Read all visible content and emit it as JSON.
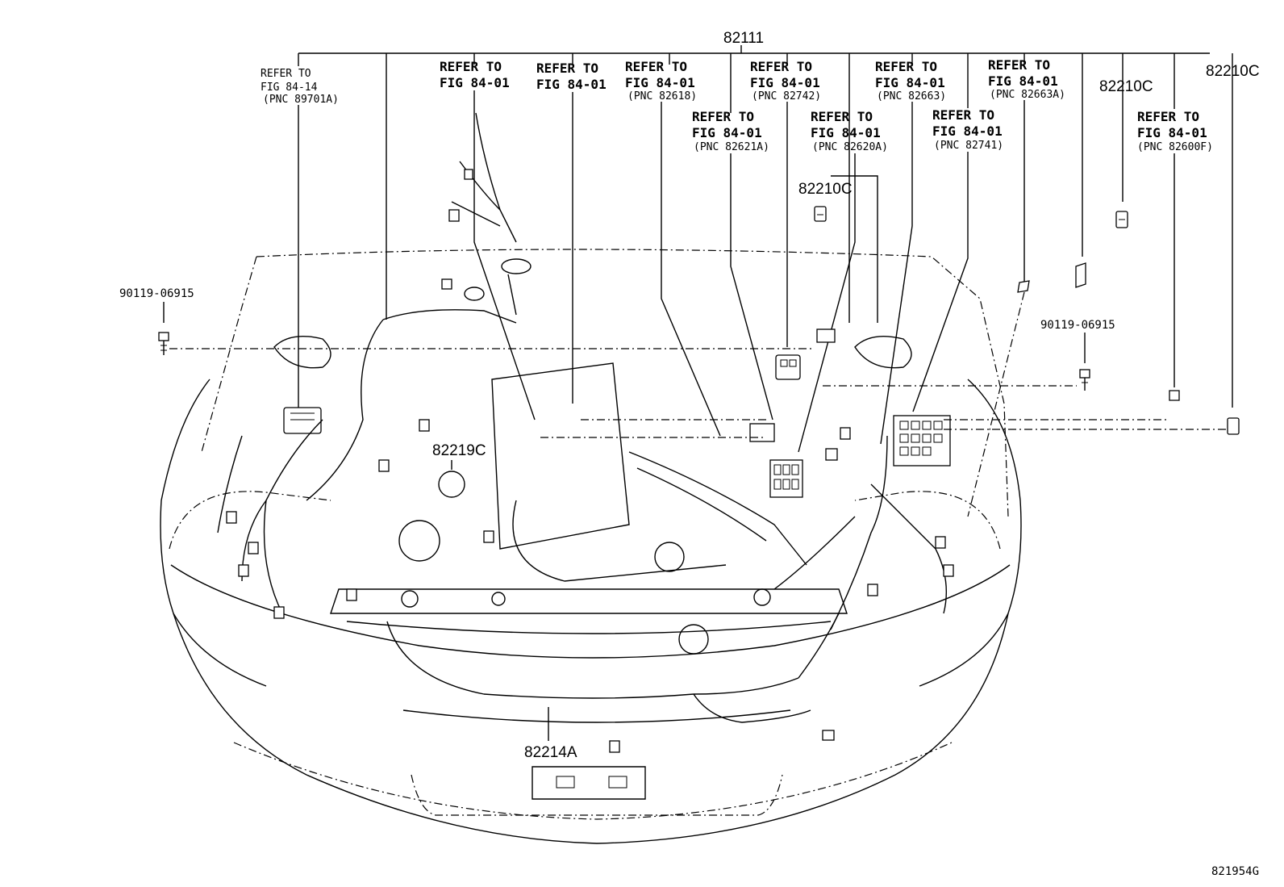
{
  "diagram": {
    "top_part_number": "82111",
    "refs": [
      {
        "id": "r1",
        "line1": "REFER TO",
        "line2": "FIG 84-14",
        "line3": "(PNC 89701A)"
      },
      {
        "id": "r2",
        "line1": "REFER TO",
        "line2": "FIG 84-01",
        "line3": ""
      },
      {
        "id": "r3",
        "line1": "REFER TO",
        "line2": "FIG 84-01",
        "line3": ""
      },
      {
        "id": "r4",
        "line1": "REFER TO",
        "line2": "FIG 84-01",
        "line3": "(PNC 82618)"
      },
      {
        "id": "r5",
        "line1": "REFER TO",
        "line2": "FIG 84-01",
        "line3": "(PNC 82742)"
      },
      {
        "id": "r6",
        "line1": "REFER TO",
        "line2": "FIG 84-01",
        "line3": "(PNC 82663)"
      },
      {
        "id": "r7",
        "line1": "REFER TO",
        "line2": "FIG 84-01",
        "line3": "(PNC 82663A)"
      },
      {
        "id": "r8",
        "line1": "REFER TO",
        "line2": "FIG 84-01",
        "line3": "(PNC 82621A)"
      },
      {
        "id": "r9",
        "line1": "REFER TO",
        "line2": "FIG 84-01",
        "line3": "(PNC 82620A)"
      },
      {
        "id": "r10",
        "line1": "REFER TO",
        "line2": "FIG 84-01",
        "line3": "(PNC 82741)"
      },
      {
        "id": "r11",
        "line1": "REFER TO",
        "line2": "FIG 84-01",
        "line3": "(PNC 82600F)"
      }
    ],
    "part_labels": {
      "p_82210C_mid": "82210C",
      "p_82210C_right": "82210C",
      "p_82210C_far": "82210C",
      "p_82219C": "82219C",
      "p_82214A": "82214A",
      "bolt_left": "90119-06915",
      "bolt_right": "90119-06915"
    },
    "figure_id": "821954G"
  }
}
